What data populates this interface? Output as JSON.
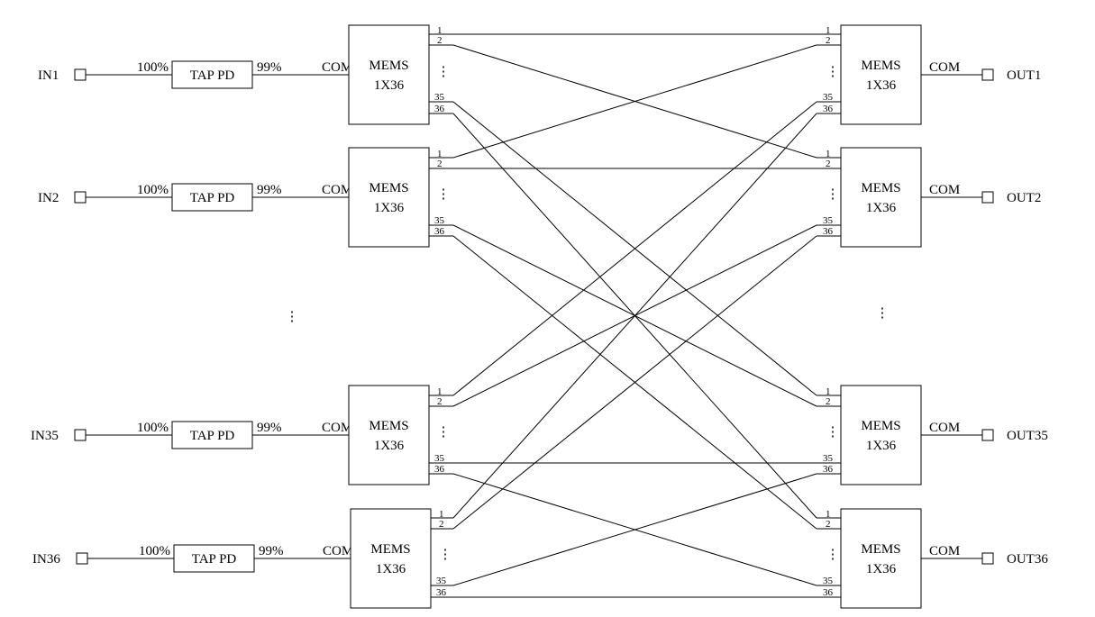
{
  "inputs": [
    {
      "name": "IN1",
      "tap_in": "100%",
      "tap_label": "TAP PD",
      "tap_out": "99%",
      "com": "COM",
      "mems_line1": "MEMS",
      "mems_line2": "1X36",
      "port_first": "1",
      "port_second": "2",
      "port_dots": "⋮",
      "port_35": "35",
      "port_36": "36"
    },
    {
      "name": "IN2",
      "tap_in": "100%",
      "tap_label": "TAP PD",
      "tap_out": "99%",
      "com": "COM",
      "mems_line1": "MEMS",
      "mems_line2": "1X36",
      "port_first": "1",
      "port_second": "2",
      "port_dots": "⋮",
      "port_35": "35",
      "port_36": "36"
    },
    {
      "name": "IN35",
      "tap_in": "100%",
      "tap_label": "TAP PD",
      "tap_out": "99%",
      "com": "COM",
      "mems_line1": "MEMS",
      "mems_line2": "1X36",
      "port_first": "1",
      "port_second": "2",
      "port_dots": "⋮",
      "port_35": "35",
      "port_36": "36"
    },
    {
      "name": "IN36",
      "tap_in": "100%",
      "tap_label": "TAP PD",
      "tap_out": "99%",
      "com": "COM",
      "mems_line1": "MEMS",
      "mems_line2": "1X36",
      "port_first": "1",
      "port_second": "2",
      "port_dots": "⋮",
      "port_35": "35",
      "port_36": "36"
    }
  ],
  "outputs": [
    {
      "name": "OUT1",
      "com": "COM",
      "mems_line1": "MEMS",
      "mems_line2": "1X36",
      "port_first": "1",
      "port_second": "2",
      "port_dots": "⋮",
      "port_35": "35",
      "port_36": "36"
    },
    {
      "name": "OUT2",
      "com": "COM",
      "mems_line1": "MEMS",
      "mems_line2": "1X36",
      "port_first": "1",
      "port_second": "2",
      "port_dots": "⋮",
      "port_35": "35",
      "port_36": "36"
    },
    {
      "name": "OUT35",
      "com": "COM",
      "mems_line1": "MEMS",
      "mems_line2": "1X36",
      "port_first": "1",
      "port_second": "2",
      "port_dots": "⋮",
      "port_35": "35",
      "port_36": "36"
    },
    {
      "name": "OUT36",
      "com": "COM",
      "mems_line1": "MEMS",
      "mems_line2": "1X36",
      "port_first": "1",
      "port_second": "2",
      "port_dots": "⋮",
      "port_35": "35",
      "port_36": "36"
    }
  ],
  "gap_dots_left": "⋮",
  "gap_dots_right": "⋮"
}
